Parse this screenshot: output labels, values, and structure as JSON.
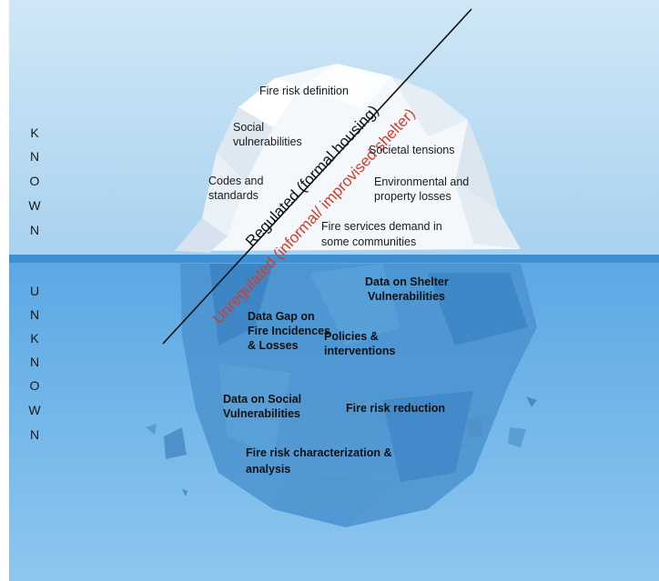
{
  "side_labels": {
    "known": [
      "K",
      "N",
      "O",
      "W",
      "N"
    ],
    "unknown": [
      "U",
      "N",
      "K",
      "N",
      "O",
      "W",
      "N"
    ]
  },
  "diagonal": {
    "regulated": "Regulated (formal housing)",
    "unregulated": "Unregulated (informal/ improvised shelter)",
    "regulated_color": "#111111",
    "unregulated_color": "#d63a2c"
  },
  "above_water": {
    "fire_risk_definition": "Fire risk definition",
    "social_vuln_1": "Social",
    "social_vuln_2": "vulnerabilities",
    "codes_1": "Codes and",
    "codes_2": "standards",
    "societal_tensions": "Societal tensions",
    "env_1": "Environmental and",
    "env_2": "property losses",
    "fire_services_1": "Fire services demand in",
    "fire_services_2": "some communities"
  },
  "below_water": {
    "shelter_1": "Data on Shelter",
    "shelter_2": "Vulnerabilities",
    "gap_1": "Data Gap on",
    "gap_2": "Fire Incidences",
    "gap_3": "& Losses",
    "policies_1": "Policies &",
    "policies_2": "interventions",
    "social_data_1": "Data on Social",
    "social_data_2": "Vulnerabilities",
    "fire_reduction": "Fire risk reduction",
    "characterization_1": "Fire risk characterization &",
    "characterization_2": "analysis"
  },
  "colors": {
    "sky_top": "#c9e4f5",
    "sky_bottom": "#a9d3ef",
    "water_top": "#5aa9e6",
    "water_bottom": "#8cc4ee",
    "waterline": "#3f8fd3"
  }
}
